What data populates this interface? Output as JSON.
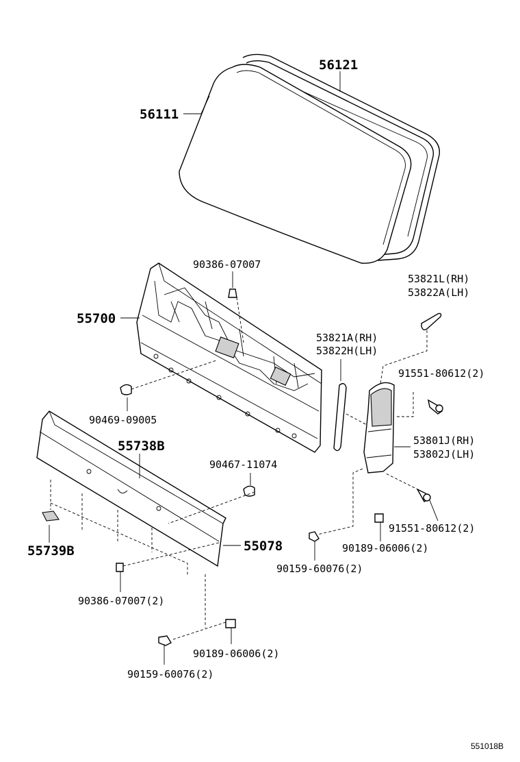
{
  "labels": {
    "p56121": "56121",
    "p56111": "56111",
    "p90386a": "90386-07007",
    "p55700": "55700",
    "p53821L": "53821L(RH)",
    "p53822A": "53822A(LH)",
    "p53821A": "53821A(RH)",
    "p53822H": "53822H(LH)",
    "p91551a": "91551-80612(2)",
    "p90469": "90469-09005",
    "p55738B": "55738B",
    "p53801J": "53801J(RH)",
    "p53802J": "53802J(LH)",
    "p90467": "90467-11074",
    "p91551b": "91551-80612(2)",
    "p55739B": "55739B",
    "p55078": "55078",
    "p90189a": "90189-06006(2)",
    "p90159a": "90159-60076(2)",
    "p90386b": "90386-07007(2)",
    "p90189b": "90189-06006(2)",
    "p90159b": "90159-60076(2)"
  },
  "diagram_code": "551018B"
}
